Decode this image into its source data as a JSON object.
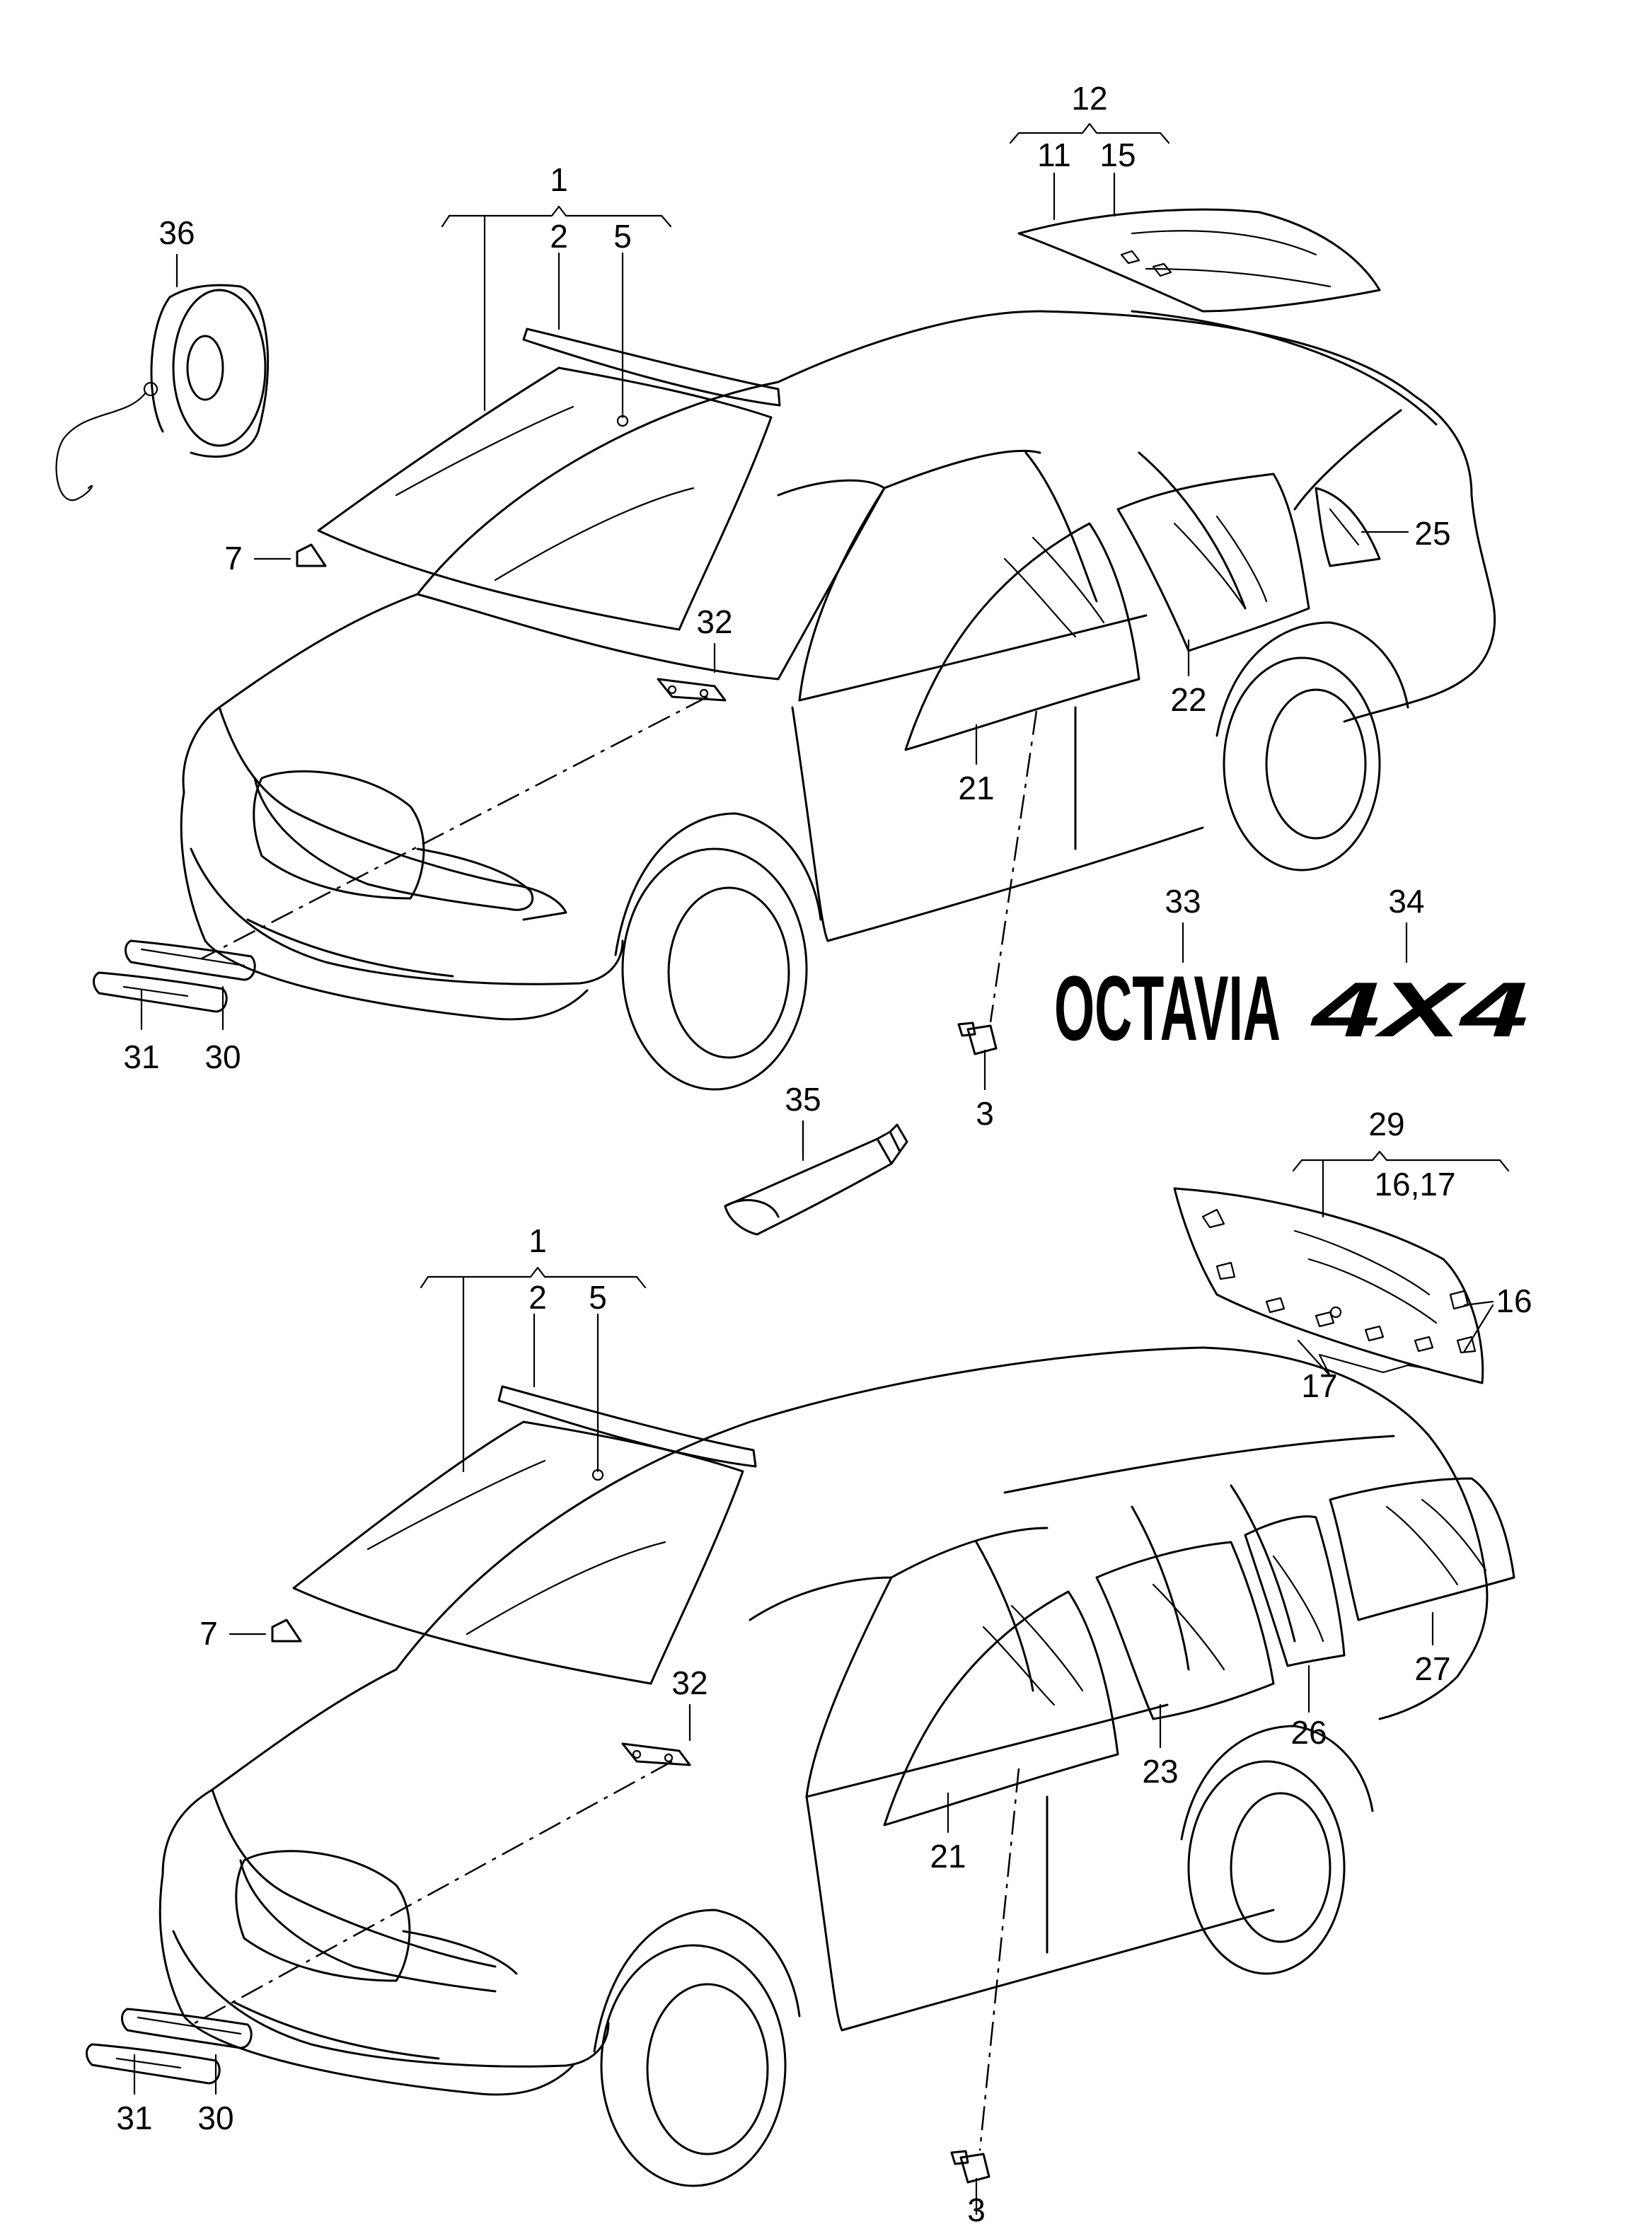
{
  "labels": {
    "n1_top": "1",
    "n2_top": "2",
    "n5_top": "5",
    "n12": "12",
    "n11": "11",
    "n15": "15",
    "n36": "36",
    "n7_top": "7",
    "n32_top": "32",
    "n25": "25",
    "n22": "22",
    "n21_top": "21",
    "n31_top": "31",
    "n30_top": "30",
    "n3_top": "3",
    "n33": "33",
    "n34": "34",
    "n35": "35",
    "n29": "29",
    "n16_17": "16,17",
    "n16": "16",
    "n17": "17",
    "n1_bot": "1",
    "n2_bot": "2",
    "n5_bot": "5",
    "n7_bot": "7",
    "n32_bot": "32",
    "n21_bot": "21",
    "n23": "23",
    "n26": "26",
    "n27": "27",
    "n31_bot": "31",
    "n30_bot": "30",
    "n3_bot": "3"
  },
  "badges": {
    "octavia": "OCTAVIA",
    "four_x_four": "4X4"
  }
}
